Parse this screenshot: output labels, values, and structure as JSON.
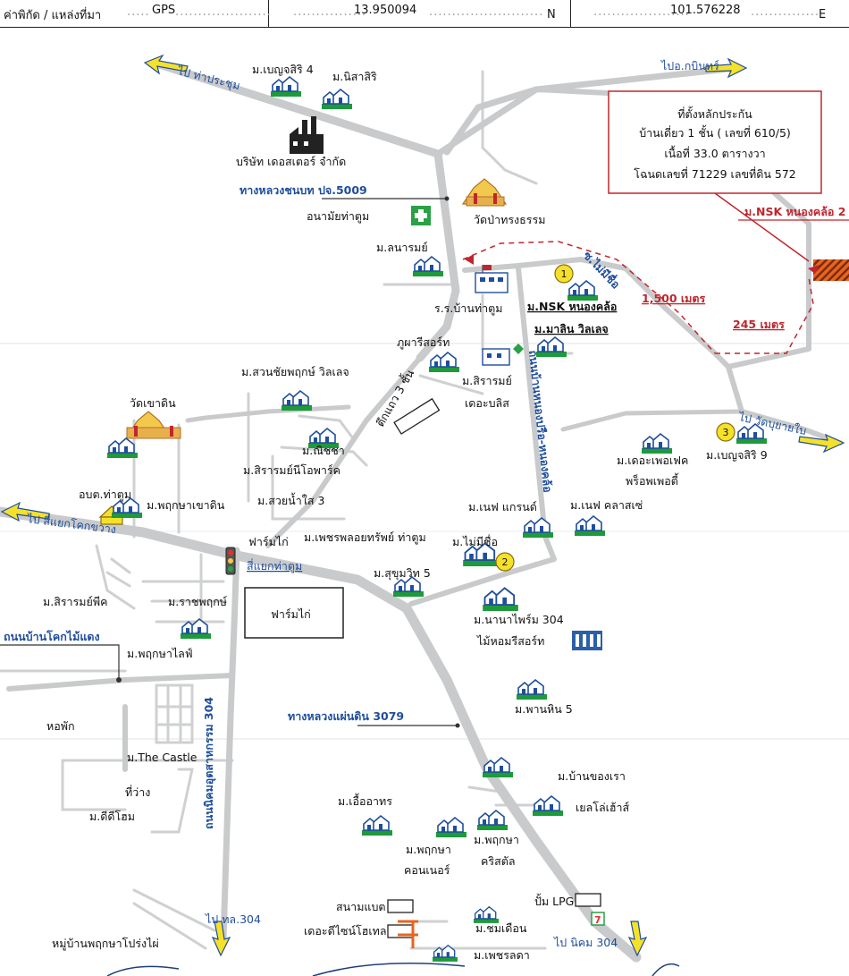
{
  "header": {
    "field_label": "ค่าพิกัด / แหล่งที่มา",
    "source": "GPS",
    "latitude": "13.950094",
    "lat_suffix": "N",
    "longitude": "101.576228",
    "lon_suffix": "E"
  },
  "property_box": {
    "line1": "ที่ตั้งหลักประกัน",
    "line2": "บ้านเดี่ยว 1 ชั้น ( เลขที่ 610/5)",
    "line3": "เนื้อที่ 33.0 ตารางวา",
    "line4": "โฉนดเลขที่ 71229 เลขที่ดิน 572"
  },
  "roads": {
    "rural_road": "ทางหลวงชนบท ปจ.5009",
    "highway_3079": "ทางหลวงแผ่นดิน 3079",
    "road_ban_khok": "ถนนบ้านโคกไม้แดง",
    "road_nong_prue": "ถนนบ้านหนองปรือ-หนองคล้อ",
    "road_nikhom": "ถนนนิคมอุตสาหกรรม 304",
    "soi_mai_mi_chue": "ซ.ไม่มีชื่อ"
  },
  "directions": {
    "to_tha_prachum": "ไป ท่าประชุม",
    "to_kabin": "ไปอ.กบินทร์",
    "to_wat_bu": "ไป วัดบุยายใบ",
    "to_sikhok": "ไป สี่แยกโคกขวาง",
    "to_tl304": "ไป ทล.304",
    "to_nikhom": "ไป นิคม 304"
  },
  "distances": {
    "d1500": "1,500 เมตร",
    "d245": "245 เมตร"
  },
  "subject": {
    "label": "ม.NSK หนองคล้อ 2"
  },
  "markers": {
    "m1": "1",
    "m2": "2",
    "m3": "3"
  },
  "places": {
    "benjasiri4": "ม.เบญจสิริ 4",
    "nisasiri": "ม.นิสาสิริ",
    "douster": "บริษัท เดอสเตอร์ จำกัด",
    "anamai": "อนามัยท่าตูม",
    "wat_pa": "วัดป่าทรงธรรม",
    "nanarom": "ม.ลนารมย์",
    "school": "ร.ร.บ้านท่าตูม",
    "nsk": "ม.NSK หนองคล้อ",
    "malin": "ม.มาลิน วิลเลจ",
    "phupha": "ภูผารีสอร์ท",
    "suan_chai": "ม.สวนชัยพฤกษ์ วิลเลจ",
    "sirarom_bliss1": "ม.สิรารมย์",
    "sirarom_bliss2": "เดอะบลิส",
    "shophouse": "ตึกแถว 3 ชั้น",
    "wat_khao": "วัดเขาดิน",
    "nitcha": "ม.ณิชชา",
    "sirarom_nio": "ม.สิรารมย์นีโอพาร์ค",
    "suay_nam": "ม.สวยน้ำใส 3",
    "perfect1": "ม.เดอะเพอเฟค",
    "perfect2": "พร็อพเพอตี้",
    "benjasiri9": "ม.เบญจสิริ 9",
    "obt": "อบต.ท่าตูม",
    "pruksa_khao": "ม.พฤกษาเขาดิน",
    "nef_grand": "ม.เนฟ แกรนด์",
    "nef_classe": "ม.เนฟ คลาสเซ่",
    "farm_kai1": "ฟาร์มไก่",
    "petch_ploy": "ม.เพชรพลอยทรัพย์ ท่าตูม",
    "mai_mi_chue": "ม.ไม่มีชื่อ",
    "si_yaek": "สี่แยกท่าตูม",
    "sukhumvit5": "ม.สุขุมวิท 5",
    "sirarom_phik": "ม.สิรารมย์พีค",
    "ratchaphruk": "ม.ราชพฤกษ์",
    "farm_kai2": "ฟาร์มไก่",
    "nana_prom": "ม.นานาไพร์ม 304",
    "mai_hom": "ไม้หอมรีสอร์ท",
    "pruksa_life": "ม.พฤกษาไลฟ์",
    "phan_hin": "ม.พานหิน 5",
    "dorm": "หอพัก",
    "castle": "ม.The Castle",
    "vacant": "ที่ว่าง",
    "d_d_home": "ม.ดีดีโฮม",
    "ban_khong_rao": "ม.บ้านของเรา",
    "yellow_house": "เยลโล่เฮ้าส์",
    "uea_athon": "ม.เอื้ออาทร",
    "pruksa_condo1": "ม.พฤกษา",
    "pruksa_condo2": "คอนเนอร์",
    "pruksa_crystal1": "ม.พฤกษา",
    "pruksa_crystal2": "คริสตัล",
    "badminton": "สนามแบต",
    "lpg": "ปั้ม LPG",
    "design_hotel": "เดอะดีไซน์โฮเทล",
    "chom_duean": "ม.ชมเดือน",
    "petch_lada": "ม.เพชรลดา",
    "pruksa_prong": "หมู่บ้านพฤกษาโปร่งไผ่",
    "seven": "7"
  }
}
